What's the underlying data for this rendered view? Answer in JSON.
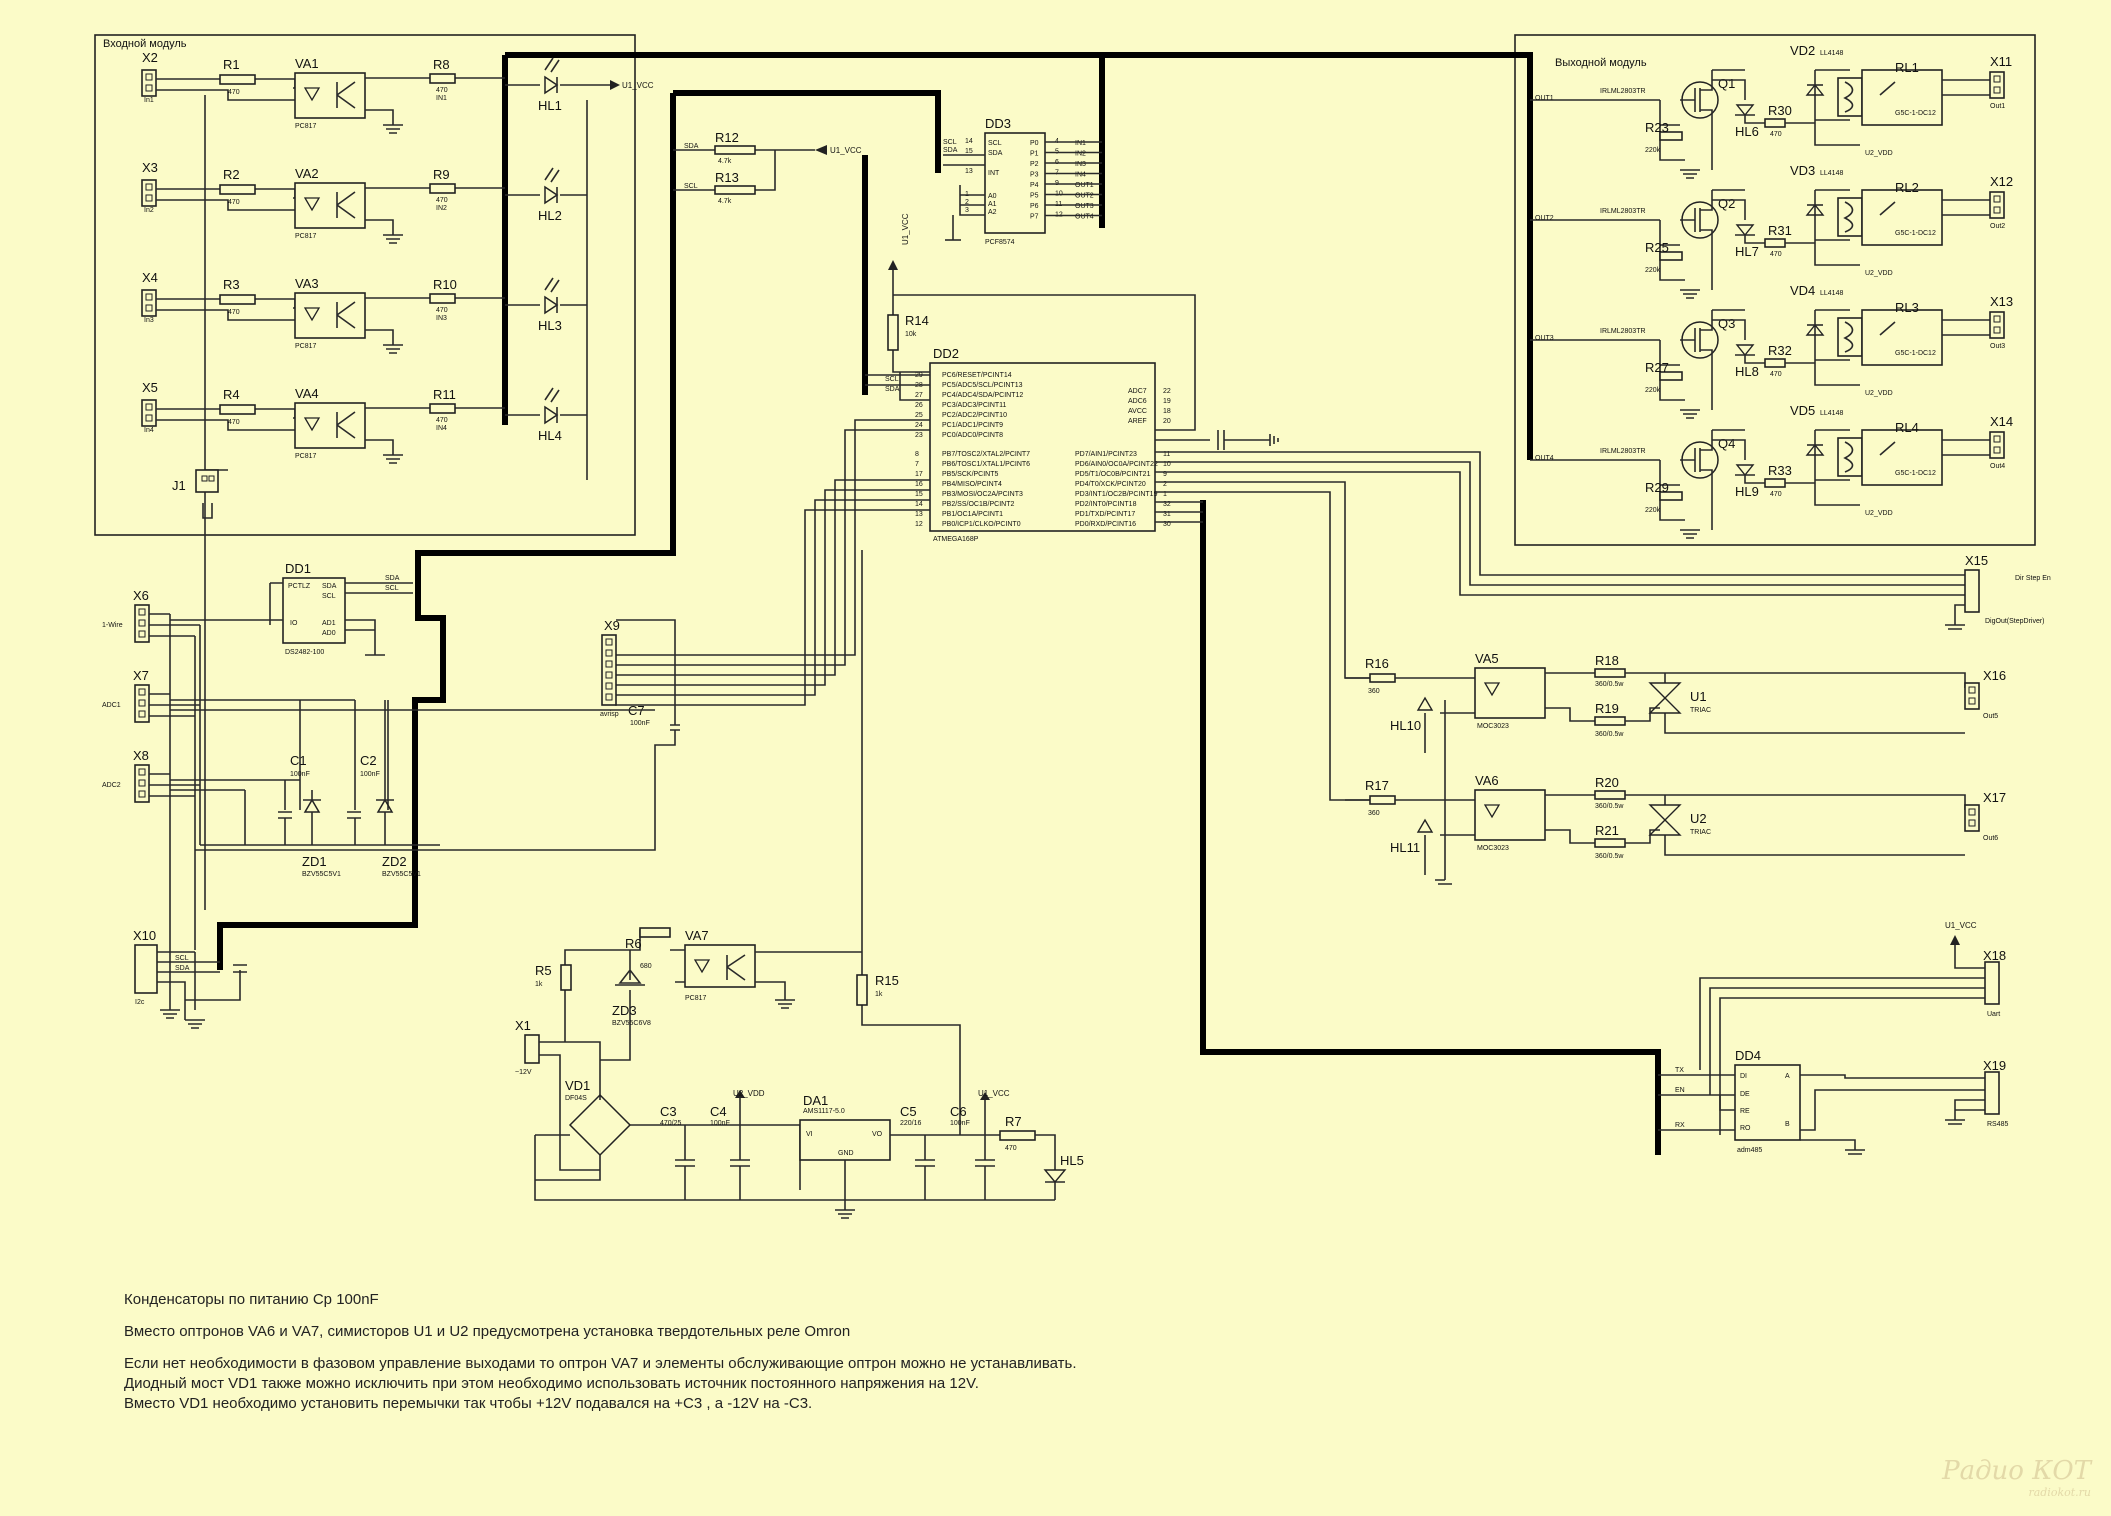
{
  "modules": {
    "input": "Входной модуль",
    "output": "Выходной модуль"
  },
  "nets": {
    "u1_vcc": "U1_VCC",
    "u2_vdd": "U2_VDD",
    "sda": "SDA",
    "scl": "SCL",
    "tx": "TX",
    "en": "EN",
    "rx": "RX"
  },
  "input_channels": [
    {
      "conn": "X2",
      "conn_lbl": "In1",
      "r": "R1",
      "opto": "VA1",
      "r2": "R8",
      "net": "IN1",
      "led": "HL1"
    },
    {
      "conn": "X3",
      "conn_lbl": "In2",
      "r": "R2",
      "opto": "VA2",
      "r2": "R9",
      "net": "IN2",
      "led": "HL2"
    },
    {
      "conn": "X4",
      "conn_lbl": "In3",
      "r": "R3",
      "opto": "VA3",
      "r2": "R10",
      "net": "IN3",
      "led": "HL3"
    },
    {
      "conn": "X5",
      "conn_lbl": "In4",
      "r": "R4",
      "opto": "VA4",
      "r2": "R11",
      "net": "IN4",
      "led": "HL4"
    }
  ],
  "input_values": {
    "r": "470",
    "opto": "PC817"
  },
  "output_channels": [
    {
      "net": "OUT1",
      "q": "Q1",
      "r_gate": "R23",
      "led": "HL6",
      "r_led": "R30",
      "diode": "VD2",
      "relay": "RL1",
      "conn": "X11",
      "conn_lbl": "Out1"
    },
    {
      "net": "OUT2",
      "q": "Q2",
      "r_gate": "R25",
      "led": "HL7",
      "r_led": "R31",
      "diode": "VD3",
      "relay": "RL2",
      "conn": "X12",
      "conn_lbl": "Out2"
    },
    {
      "net": "OUT3",
      "q": "Q3",
      "r_gate": "R27",
      "led": "HL8",
      "r_led": "R32",
      "diode": "VD4",
      "relay": "RL3",
      "conn": "X13",
      "conn_lbl": "Out3"
    },
    {
      "net": "OUT4",
      "q": "Q4",
      "r_gate": "R29",
      "led": "HL9",
      "r_led": "R33",
      "diode": "VD5",
      "relay": "RL4",
      "conn": "X14",
      "conn_lbl": "Out4"
    }
  ],
  "output_values": {
    "mosfet": "IRLML2803TR",
    "r_gate": "220k",
    "r_led": "470",
    "diode": "LL4148",
    "relay": "G5C-1-DC12"
  },
  "dd3": {
    "name": "DD3",
    "part": "PCF8574",
    "left_pins": [
      "SCL",
      "SDA",
      "INT",
      "A0",
      "A1",
      "A2"
    ],
    "left_nums": [
      "14",
      "15",
      "13",
      "1",
      "2",
      "3"
    ],
    "right_pins": [
      "P0",
      "P1",
      "P2",
      "P3",
      "P4",
      "P5",
      "P6",
      "P7"
    ],
    "right_nums": [
      "4",
      "5",
      "6",
      "7",
      "9",
      "10",
      "11",
      "12"
    ],
    "right_nets": [
      "IN1",
      "IN2",
      "IN3",
      "IN4",
      "OUT1",
      "OUT2",
      "OUT3",
      "OUT4"
    ]
  },
  "dd2": {
    "name": "DD2",
    "part": "ATMEGA168P",
    "left_a": [
      "PC6/RESET/PCINT14",
      "PC5/ADC5/SCL/PCINT13",
      "PC4/ADC4/SDA/PCINT12",
      "PC3/ADC3/PCINT11",
      "PC2/ADC2/PCINT10",
      "PC1/ADC1/PCINT9",
      "PC0/ADC0/PCINT8"
    ],
    "left_a_nums": [
      "29",
      "28",
      "27",
      "26",
      "25",
      "24",
      "23"
    ],
    "left_b": [
      "PB7/TOSC2/XTAL2/PCINT7",
      "PB6/TOSC1/XTAL1/PCINT6",
      "PB5/SCK/PCINT5",
      "PB4/MISO/PCINT4",
      "PB3/MOSI/OC2A/PCINT3",
      "PB2/SS/OC1B/PCINT2",
      "PB1/OC1A/PCINT1",
      "PB0/ICP1/CLKO/PCINT0"
    ],
    "left_b_nums": [
      "8",
      "7",
      "17",
      "16",
      "15",
      "14",
      "13",
      "12"
    ],
    "right_a": [
      "ADC7",
      "ADC6",
      "AVCC",
      "AREF"
    ],
    "right_a_nums": [
      "22",
      "19",
      "18",
      "20"
    ],
    "right_b": [
      "PD7/AIN1/PCINT23",
      "PD6/AIN0/OC0A/PCINT22",
      "PD5/T1/OC0B/PCINT21",
      "PD4/T0/XCK/PCINT20",
      "PD3/INT1/OC2B/PCINT19",
      "PD2/INT0/PCINT18",
      "PD1/TXD/PCINT17",
      "PD0/RXD/PCINT16"
    ],
    "right_b_nums": [
      "11",
      "10",
      "9",
      "2",
      "1",
      "32",
      "31",
      "30"
    ],
    "scl": "SCL",
    "sda": "SDA"
  },
  "dd1": {
    "name": "DD1",
    "part": "DS2482-100",
    "pins": [
      "PCTLZ",
      "IO",
      "SDA",
      "SCL",
      "AD1",
      "AD0"
    ]
  },
  "dd4": {
    "name": "DD4",
    "part": "adm485",
    "pins": [
      "DI",
      "DE",
      "RE",
      "RO",
      "A",
      "B"
    ]
  },
  "da1": {
    "name": "DA1",
    "part": "AMS1117-5.0",
    "pins": [
      "VI",
      "GND",
      "VO"
    ]
  },
  "va7": {
    "name": "VA7",
    "part": "PC817"
  },
  "triacs": [
    {
      "r_in": "R16",
      "r_in_val": "360",
      "led": "HL10",
      "opto": "VA5",
      "r_a": "R18",
      "r_b": "R19",
      "triac": "U1",
      "conn": "X16",
      "conn_lbl": "Out5"
    },
    {
      "r_in": "R17",
      "r_in_val": "360",
      "led": "HL11",
      "opto": "VA6",
      "r_a": "R20",
      "r_b": "R21",
      "triac": "U2",
      "conn": "X17",
      "conn_lbl": "Out6"
    }
  ],
  "triac_values": {
    "opto": "MOC3023",
    "r": "360/0.5w",
    "triac": "TRIAC"
  },
  "misc": {
    "x6": "X6",
    "x6_lbl": "1-Wire",
    "x7": "X7",
    "x7_lbl": "ADC1",
    "x8": "X8",
    "x8_lbl": "ADC2",
    "x9": "X9",
    "x9_lbl": "avrisp",
    "x10": "X10",
    "x10_lbl": "I2c",
    "x15": "X15",
    "x15_lbl": "Dir Step En",
    "x15_sub": "DigOut(StepDriver)",
    "x18": "X18",
    "x18_lbl": "Uart",
    "x19": "X19",
    "x19_lbl": "RS485",
    "x1": "X1",
    "x1_lbl": "~12V",
    "j1": "J1",
    "c1": "C1",
    "c1_val": "100nF",
    "c2": "C2",
    "c2_val": "100nF",
    "zd1": "ZD1",
    "zd1_val": "BZV55C5V1",
    "zd2": "ZD2",
    "zd2_val": "BZV55C5V1",
    "c7": "C7",
    "c7_val": "100nF",
    "r12": "R12",
    "r13": "R13",
    "r12_val": "4.7k",
    "r13_val": "4.7k",
    "r14": "R14",
    "r14_val": "10k",
    "r15": "R15",
    "r15_val": "1k",
    "r5": "R5",
    "r5_val": "1k",
    "r6": "R6",
    "r6_val": "680",
    "zd3": "ZD3",
    "zd3_val": "BZV55C6V8",
    "vd1": "VD1",
    "vd1_val": "DF04S",
    "c3": "C3",
    "c3_val": "470/25",
    "c4": "C4",
    "c4_val": "100nF",
    "c5": "C5",
    "c5_val": "220/16",
    "c6": "C6",
    "c6_val": "100nF",
    "r7": "R7",
    "r7_val": "470",
    "hl5": "HL5"
  },
  "notes": [
    "Конденсаторы по питанию Cp 100nF",
    "Вместо оптронов VA6 и VA7, симисторов U1 и U2 предусмотрена установка твердотельных реле Omron",
    "Если нет необходимости в фазовом управление выходами то оптрон VA7 и элементы обслуживающие оптрон можно не устанавливать.",
    "Диодный мост VD1 также можно исключить при этом необходимо использовать источник постоянного напряжения на 12V.",
    "Вместо VD1 необходимо установить перемычки так чтобы +12V подавался на +C3 , а -12V на -C3."
  ],
  "watermark": {
    "title": "Радио КОТ",
    "url": "radiokot.ru"
  }
}
